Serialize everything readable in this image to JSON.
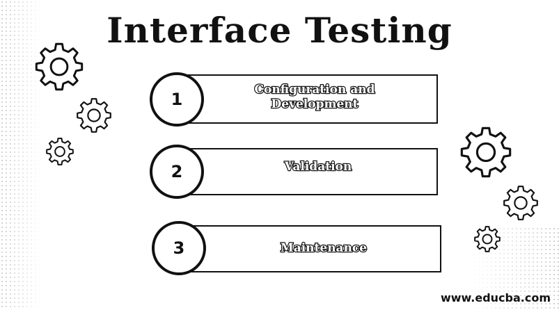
{
  "title": "Interface Testing",
  "steps": [
    {
      "number": "1",
      "label": "Configuration and Development"
    },
    {
      "number": "2",
      "label": "Validation"
    },
    {
      "number": "3",
      "label": "Maintenance"
    }
  ],
  "footer": {
    "url": "www.educba.com"
  },
  "decorations": {
    "gear_icon": "gear-icon",
    "gear_color": "#111111",
    "dot_color": "#c4c4c4"
  }
}
